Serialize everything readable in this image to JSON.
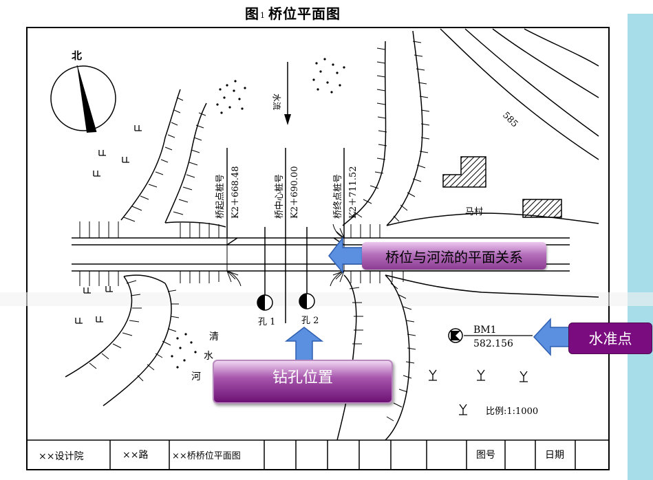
{
  "title": {
    "main": "图",
    "sub": "1",
    "text": "桥位平面图"
  },
  "labels": {
    "north": "北",
    "water_flow": "水流",
    "contour": "585",
    "village": "马村",
    "river_ch1": "清",
    "river_ch2": "水",
    "river_ch3": "河",
    "hole1": "孔 1",
    "hole2": "孔 2",
    "bm_name": "BM1",
    "bm_value": "582.156",
    "scale": "比例:1:1000",
    "stake_start_a": "桥起点桩号",
    "stake_start_b": "K2＋668.48",
    "stake_center_a": "桥中心桩号",
    "stake_center_b": "K2＋690.00",
    "stake_end_a": "桥终点桩号",
    "stake_end_b": "K2＋711.52"
  },
  "titleblock": {
    "institute": "××设计院",
    "road": "××路",
    "drawing": "××桥桥位平面图",
    "drawing_no": "图号",
    "date": "日期"
  },
  "callouts": {
    "river": "桥位与河流的平面关系",
    "borehole": "钻孔位置",
    "benchmark": "水准点"
  },
  "colors": {
    "right_strip": "#a7dde8",
    "callout_purple": "#7b0c7f",
    "arrow_blue": "#5b8fe0"
  }
}
